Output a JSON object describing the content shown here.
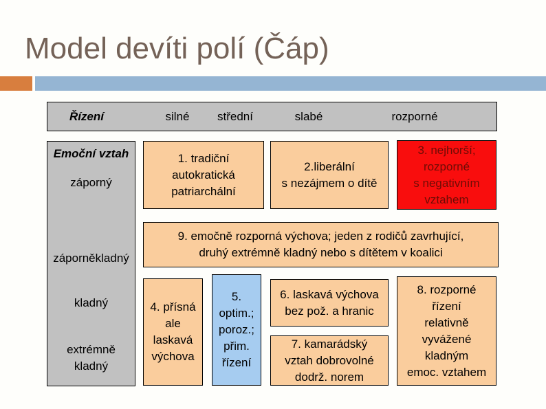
{
  "slide": {
    "title": "Model devíti polí (Čáp)"
  },
  "table": {
    "header": {
      "row_label": "Řízení",
      "columns": [
        "silné",
        "střední",
        "slabé",
        "rozporné"
      ]
    },
    "left_column": {
      "label": "Emoční vztah",
      "rows": [
        "záporný",
        "záporněkladný",
        "kladný",
        "extrémně\nkladný"
      ]
    },
    "fields": {
      "f1": "1. tradiční\nautokratická\npatriarchální",
      "f2": "2.liberální\ns nezájmem o dítě",
      "f3": "3. nejhorší;\nrozporné\ns negativním\nvztahem",
      "f4": "4. přísná\nale\nlaskavá\nvýchova",
      "f5": "5.\noptim.;\nporoz.;\npřim.\nřízení",
      "f6": "6. laskavá výchova\nbez pož. a hranic",
      "f7": "7. kamarádský\nvztah dobrovolné\ndodrž. norem",
      "f8": "8. rozporné\nřízení\nrelativně\nvyvážené\nkladným\nemoc. vztahem",
      "f9": "9. emočně rozporná výchova; jeden z rodičů zavrhující,\ndruhý extrémně kladný nebo s dítětem v koalici"
    }
  },
  "colors": {
    "accent_orange": "#D87E3E",
    "accent_blue": "#95B5D3",
    "header_gray": "#C1C1C1",
    "cell_peach": "#FACD9D",
    "cell_blue": "#A6CCF0",
    "cell_red": "#F90D0D",
    "cell_red_text": "#6E0C05",
    "title_text": "#746257"
  }
}
